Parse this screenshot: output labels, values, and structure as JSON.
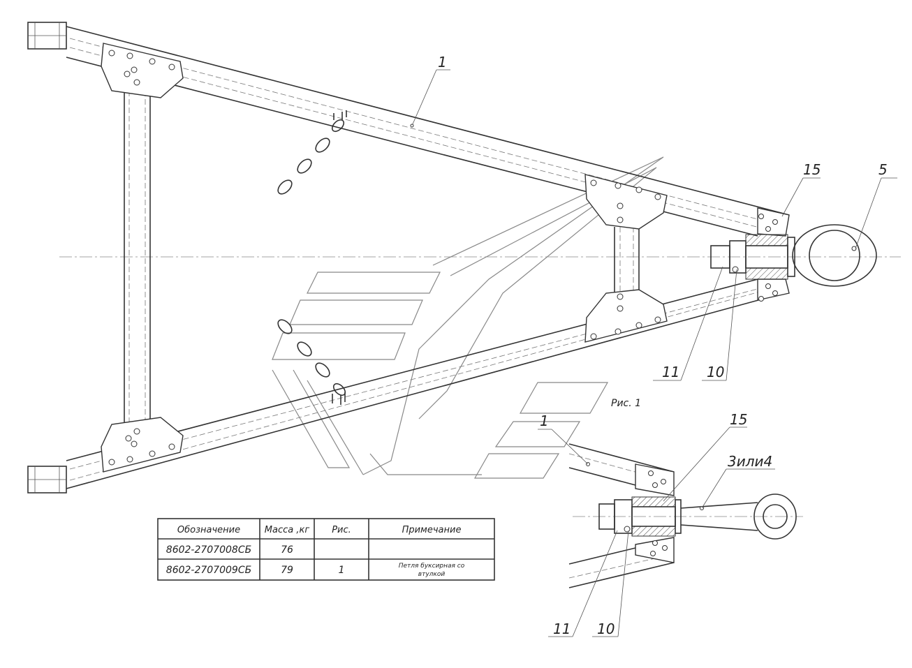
{
  "callouts": {
    "c1": "1",
    "c15": "15",
    "c5": "5",
    "c11": "11",
    "c10": "10",
    "d_c1": "1",
    "d_c15": "15",
    "d_c3": "3или4",
    "d_c11": "11",
    "d_c10": "10"
  },
  "figure_caption": "Рис. 1",
  "table": {
    "headers": [
      "Обозначение",
      "Масса ,кг",
      "Рис.",
      "Примечание"
    ],
    "rows": [
      [
        "8602-2707008СБ",
        "76",
        "",
        ""
      ],
      [
        "8602-2707009СБ",
        "79",
        "1",
        "Петля буксирная со втулкой"
      ]
    ],
    "note_lines": [
      "Петля буксирная со",
      "втулкой"
    ]
  }
}
